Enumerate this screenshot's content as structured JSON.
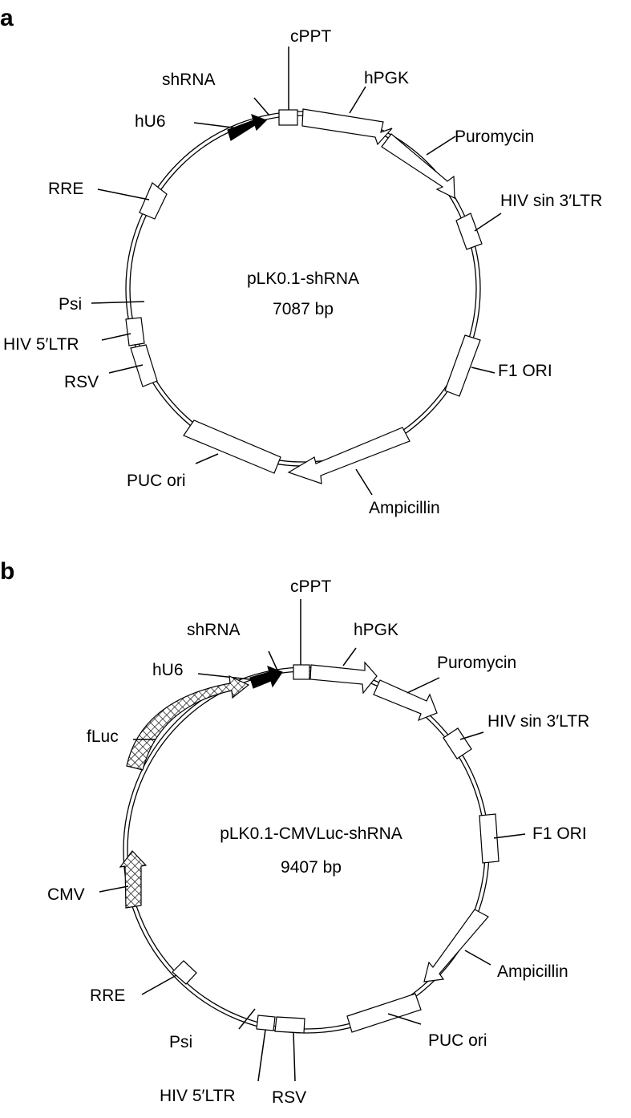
{
  "figure": {
    "panels": [
      {
        "letter": "a",
        "name": "pLK0.1-shRNA",
        "size": "7087 bp",
        "features": [
          {
            "label": "cPPT",
            "kind": "box"
          },
          {
            "label": "shRNA",
            "kind": "site"
          },
          {
            "label": "hU6",
            "kind": "arrow-filled"
          },
          {
            "label": "hPGK",
            "kind": "arrow"
          },
          {
            "label": "Puromycin",
            "kind": "arrow"
          },
          {
            "label": "HIV sin 3′LTR",
            "kind": "box"
          },
          {
            "label": "RRE",
            "kind": "box"
          },
          {
            "label": "Psi",
            "kind": "site"
          },
          {
            "label": "HIV 5′LTR",
            "kind": "box"
          },
          {
            "label": "RSV",
            "kind": "box"
          },
          {
            "label": "F1 ORI",
            "kind": "box"
          },
          {
            "label": "PUC ori",
            "kind": "box"
          },
          {
            "label": "Ampicillin",
            "kind": "arrow"
          }
        ]
      },
      {
        "letter": "b",
        "name": "pLK0.1-CMVLuc-shRNA",
        "size": "9407 bp",
        "features": [
          {
            "label": "cPPT",
            "kind": "box"
          },
          {
            "label": "shRNA",
            "kind": "site"
          },
          {
            "label": "hU6",
            "kind": "arrow-filled"
          },
          {
            "label": "hPGK",
            "kind": "arrow"
          },
          {
            "label": "Puromycin",
            "kind": "arrow"
          },
          {
            "label": "HIV sin 3′LTR",
            "kind": "box"
          },
          {
            "label": "fLuc",
            "kind": "arrow-hatched"
          },
          {
            "label": "F1 ORI",
            "kind": "box"
          },
          {
            "label": "CMV",
            "kind": "arrow-hatched"
          },
          {
            "label": "Ampicillin",
            "kind": "arrow"
          },
          {
            "label": "RRE",
            "kind": "box"
          },
          {
            "label": "PUC ori",
            "kind": "box"
          },
          {
            "label": "Psi",
            "kind": "site"
          },
          {
            "label": "HIV 5′LTR",
            "kind": "box"
          },
          {
            "label": "RSV",
            "kind": "box"
          }
        ]
      }
    ]
  }
}
